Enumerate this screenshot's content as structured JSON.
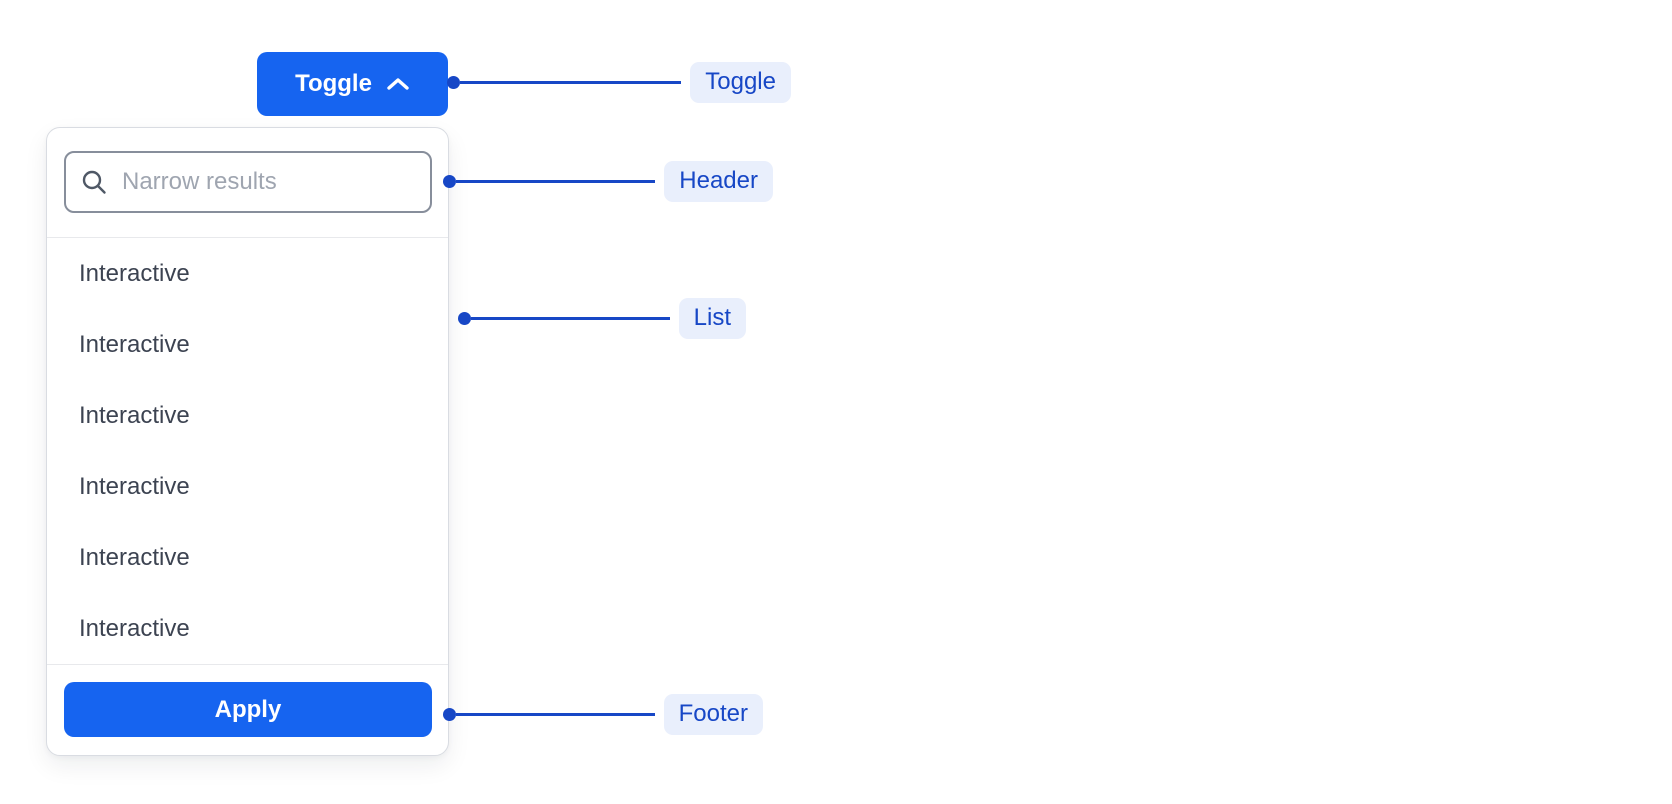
{
  "colors": {
    "primary": "#1664f0",
    "annotation": "#1747c6",
    "annotation_label_bg": "#e9effc",
    "panel_border": "#d9dce2",
    "input_border": "#878e9b",
    "divider": "#e8e9ec",
    "list_text": "#3c4351",
    "placeholder_color": "#9fa5b0",
    "icon_gray": "#4f5866"
  },
  "toggle": {
    "label": "Toggle",
    "icon": "chevron-up-icon"
  },
  "dropdown": {
    "header": {
      "icon": "search-icon",
      "search_placeholder": "Narrow results",
      "search_value": ""
    },
    "list": {
      "items": [
        "Interactive",
        "Interactive",
        "Interactive",
        "Interactive",
        "Interactive",
        "Interactive"
      ]
    },
    "footer": {
      "apply_label": "Apply"
    }
  },
  "annotations": [
    {
      "label": "Toggle"
    },
    {
      "label": "Header"
    },
    {
      "label": "List"
    },
    {
      "label": "Footer"
    }
  ]
}
